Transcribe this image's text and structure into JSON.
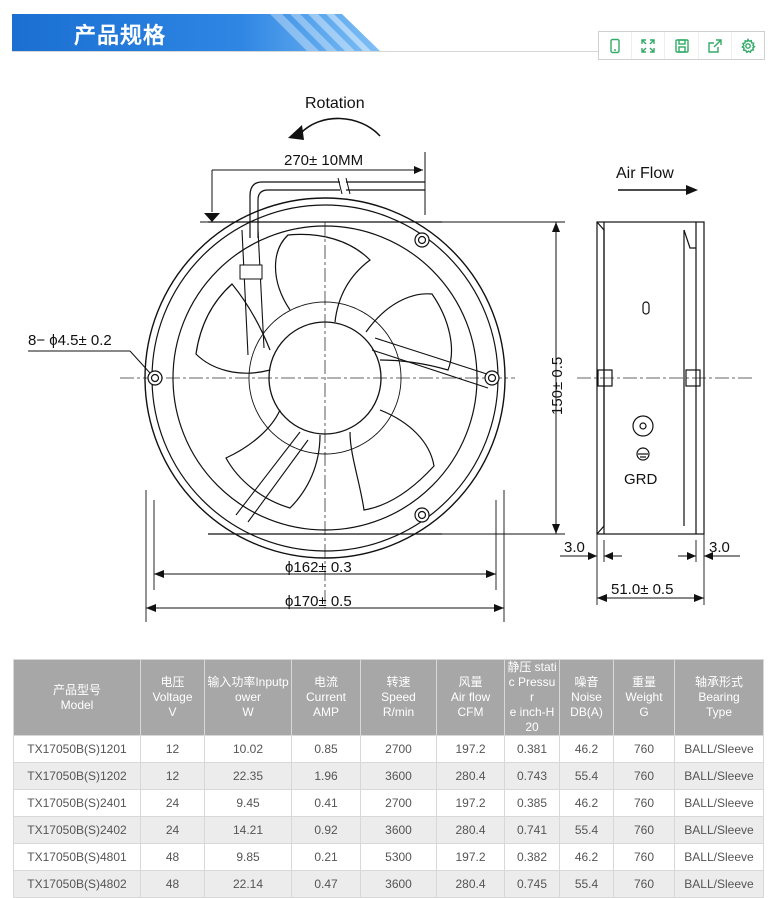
{
  "header": {
    "title": "产品规格"
  },
  "toolbar": {
    "icons": [
      "mobile-icon",
      "expand-icon",
      "save-icon",
      "share-icon",
      "settings-icon"
    ],
    "accent": "#33aa66"
  },
  "drawing": {
    "rotation_label": "Rotation",
    "lead_length": "270± 10MM",
    "air_flow_label": "Air Flow",
    "hole_spec": "8− ϕ4.5± 0.2",
    "height_dim": "150± 0.5",
    "inner_dia": "ϕ162± 0.3",
    "outer_dia": "ϕ170± 0.5",
    "depth_dim": "51.0± 0.5",
    "side_left_dim": "3.0",
    "side_right_dim": "3.0",
    "grd_label": "GRD"
  },
  "table": {
    "headers": [
      [
        "产品型号",
        "Model",
        ""
      ],
      [
        "电压",
        "Voltage",
        "V"
      ],
      [
        "输入功率Inputp",
        "ower",
        "W"
      ],
      [
        "电流",
        "Current",
        "AMP"
      ],
      [
        "转速",
        "Speed",
        "R/min"
      ],
      [
        "风量",
        "Air flow",
        "CFM"
      ],
      [
        "静压 stati",
        "c Pressur",
        "e inch-H20"
      ],
      [
        "噪音",
        "Noise",
        "DB(A)"
      ],
      [
        "重量",
        "Weight",
        "G"
      ],
      [
        "轴承形式",
        "Bearing",
        "Type"
      ]
    ],
    "rows": [
      [
        "TX17050B(S)1201",
        "12",
        "10.02",
        "0.85",
        "2700",
        "197.2",
        "0.381",
        "46.2",
        "760",
        "BALL/Sleeve"
      ],
      [
        "TX17050B(S)1202",
        "12",
        "22.35",
        "1.96",
        "3600",
        "280.4",
        "0.743",
        "55.4",
        "760",
        "BALL/Sleeve"
      ],
      [
        "TX17050B(S)2401",
        "24",
        "9.45",
        "0.41",
        "2700",
        "197.2",
        "0.385",
        "46.2",
        "760",
        "BALL/Sleeve"
      ],
      [
        "TX17050B(S)2402",
        "24",
        "14.21",
        "0.92",
        "3600",
        "280.4",
        "0.741",
        "55.4",
        "760",
        "BALL/Sleeve"
      ],
      [
        "TX17050B(S)4801",
        "48",
        "9.85",
        "0.21",
        "5300",
        "197.2",
        "0.382",
        "46.2",
        "760",
        "BALL/Sleeve"
      ],
      [
        "TX17050B(S)4802",
        "48",
        "22.14",
        "0.47",
        "3600",
        "280.4",
        "0.745",
        "55.4",
        "760",
        "BALL/Sleeve"
      ]
    ]
  }
}
